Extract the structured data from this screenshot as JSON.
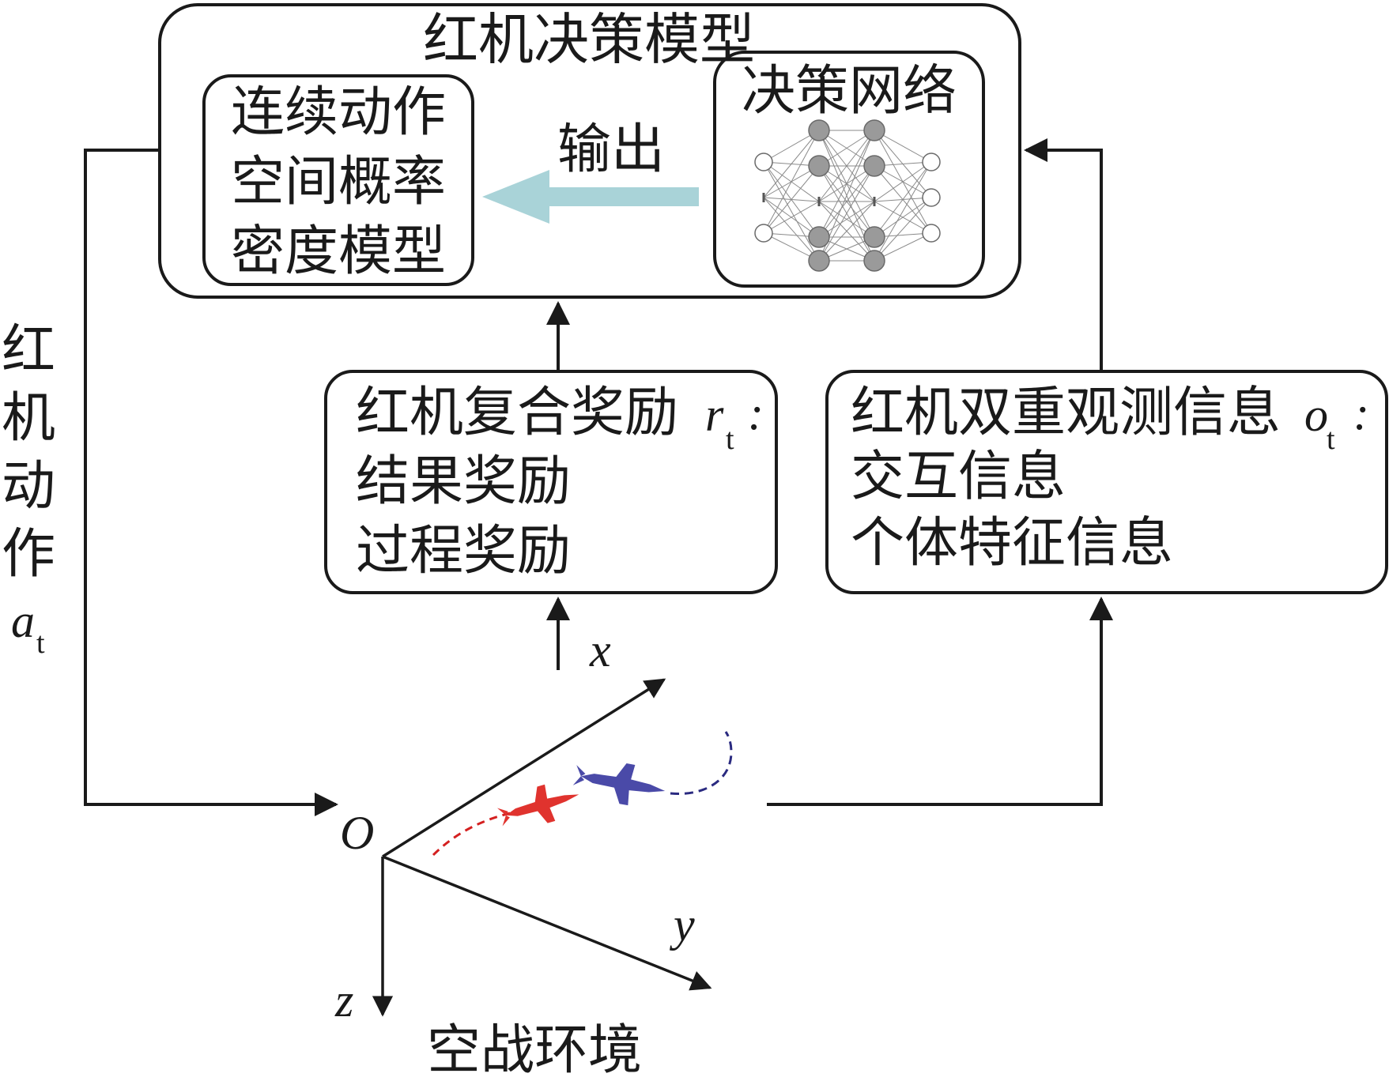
{
  "decision_model": {
    "title": "红机决策模型",
    "probability_model": {
      "line1": "连续动作",
      "line2": "空间概率",
      "line3": "密度模型"
    },
    "network": {
      "title": "决策网络"
    },
    "output_label": "输出"
  },
  "reward_box": {
    "title": "红机复合奖励",
    "symbol": "r",
    "subscript": "t",
    "colon": ":",
    "item1": "结果奖励",
    "item2": "过程奖励"
  },
  "observation_box": {
    "title": "红机双重观测信息",
    "symbol": "o",
    "subscript": "t",
    "colon": ":",
    "item1": "交互信息",
    "item2": "个体特征信息"
  },
  "action_label": {
    "chars": [
      "红",
      "机",
      "动",
      "作"
    ],
    "symbol": "a",
    "subscript": "t"
  },
  "environment": {
    "label": "空战环境",
    "origin": "O",
    "x_axis": "x",
    "y_axis": "y",
    "z_axis": "z"
  },
  "colors": {
    "stroke": "#1a1a1a",
    "output_arrow": "#a9d3d8",
    "neuron_fill": "#9a9a9a",
    "red_aircraft": "#e0332e",
    "blue_aircraft": "#4a4aa8",
    "red_path": "#d42020",
    "blue_path": "#2a2a80"
  }
}
